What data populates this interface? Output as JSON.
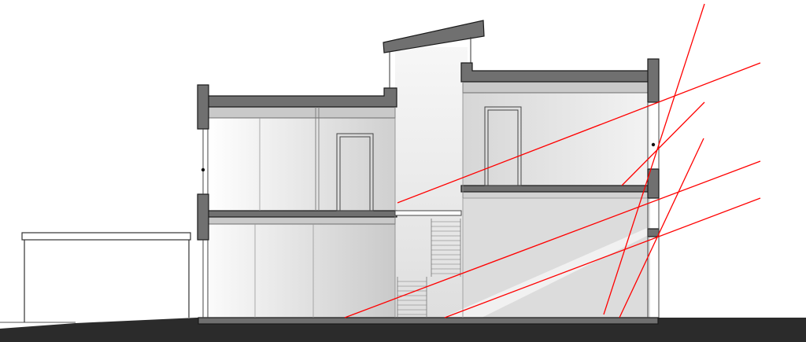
{
  "drawing": {
    "colors": {
      "background": "#ffffff",
      "ground": "#2b2b2b",
      "structure": "#707070",
      "ceiling": "#c9c9c9",
      "interior_light": "#f4f4f4",
      "interior_shade": "#c8c8c8",
      "outline": "#1a1a1a",
      "sun_rays": "#ff0000",
      "light_patch": "#efefef"
    },
    "elements": [
      "ground",
      "annex",
      "roof-slabs",
      "floor-slabs",
      "end-walls",
      "doors",
      "stair",
      "clerestory",
      "sun-rays"
    ]
  }
}
